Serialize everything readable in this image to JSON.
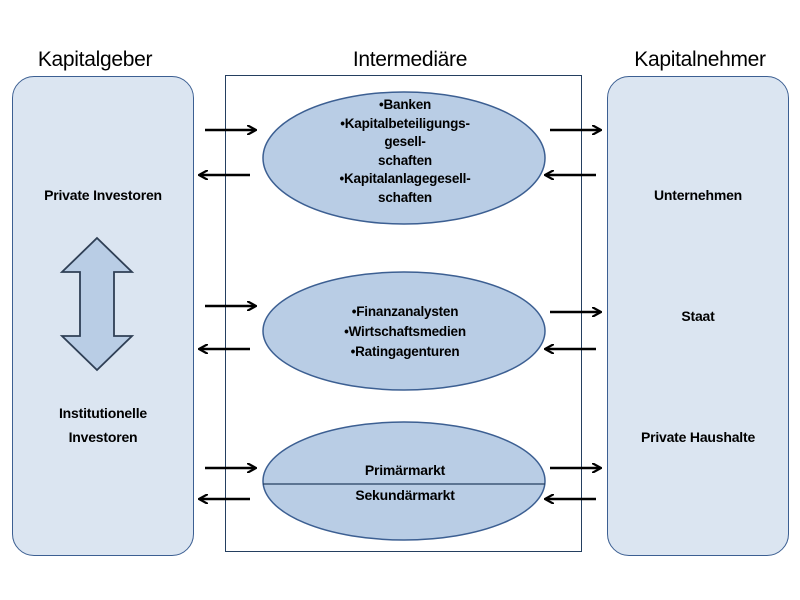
{
  "headings": {
    "left": "Kapitalgeber",
    "middle": "Intermediäre",
    "right": "Kapitalnehmer"
  },
  "kapitalgeber": {
    "private": "Private Investoren",
    "institutionelle": "Institutionelle\nInvestoren"
  },
  "kapitalnehmer": {
    "unternehmen": "Unternehmen",
    "staat": "Staat",
    "haushalte": "Private Haushalte"
  },
  "intermediaere": {
    "group1": "•Banken\n•Kapitalbeteiligungs-\ngesell-\nschaften\n•Kapitalanlagegesell-\nschaften",
    "group2": "•Finanzanalysten\n•Wirtschaftsmedien\n•Ratingagenturen",
    "group3_top": "Primärmarkt",
    "group3_bottom": "Sekundärmarkt"
  },
  "colors": {
    "panel_fill": "#dbe5f1",
    "panel_border": "#3c5f92",
    "ellipse_fill": "#b9cde5",
    "ellipse_border": "#3c5f92",
    "arrow": "#000000"
  }
}
